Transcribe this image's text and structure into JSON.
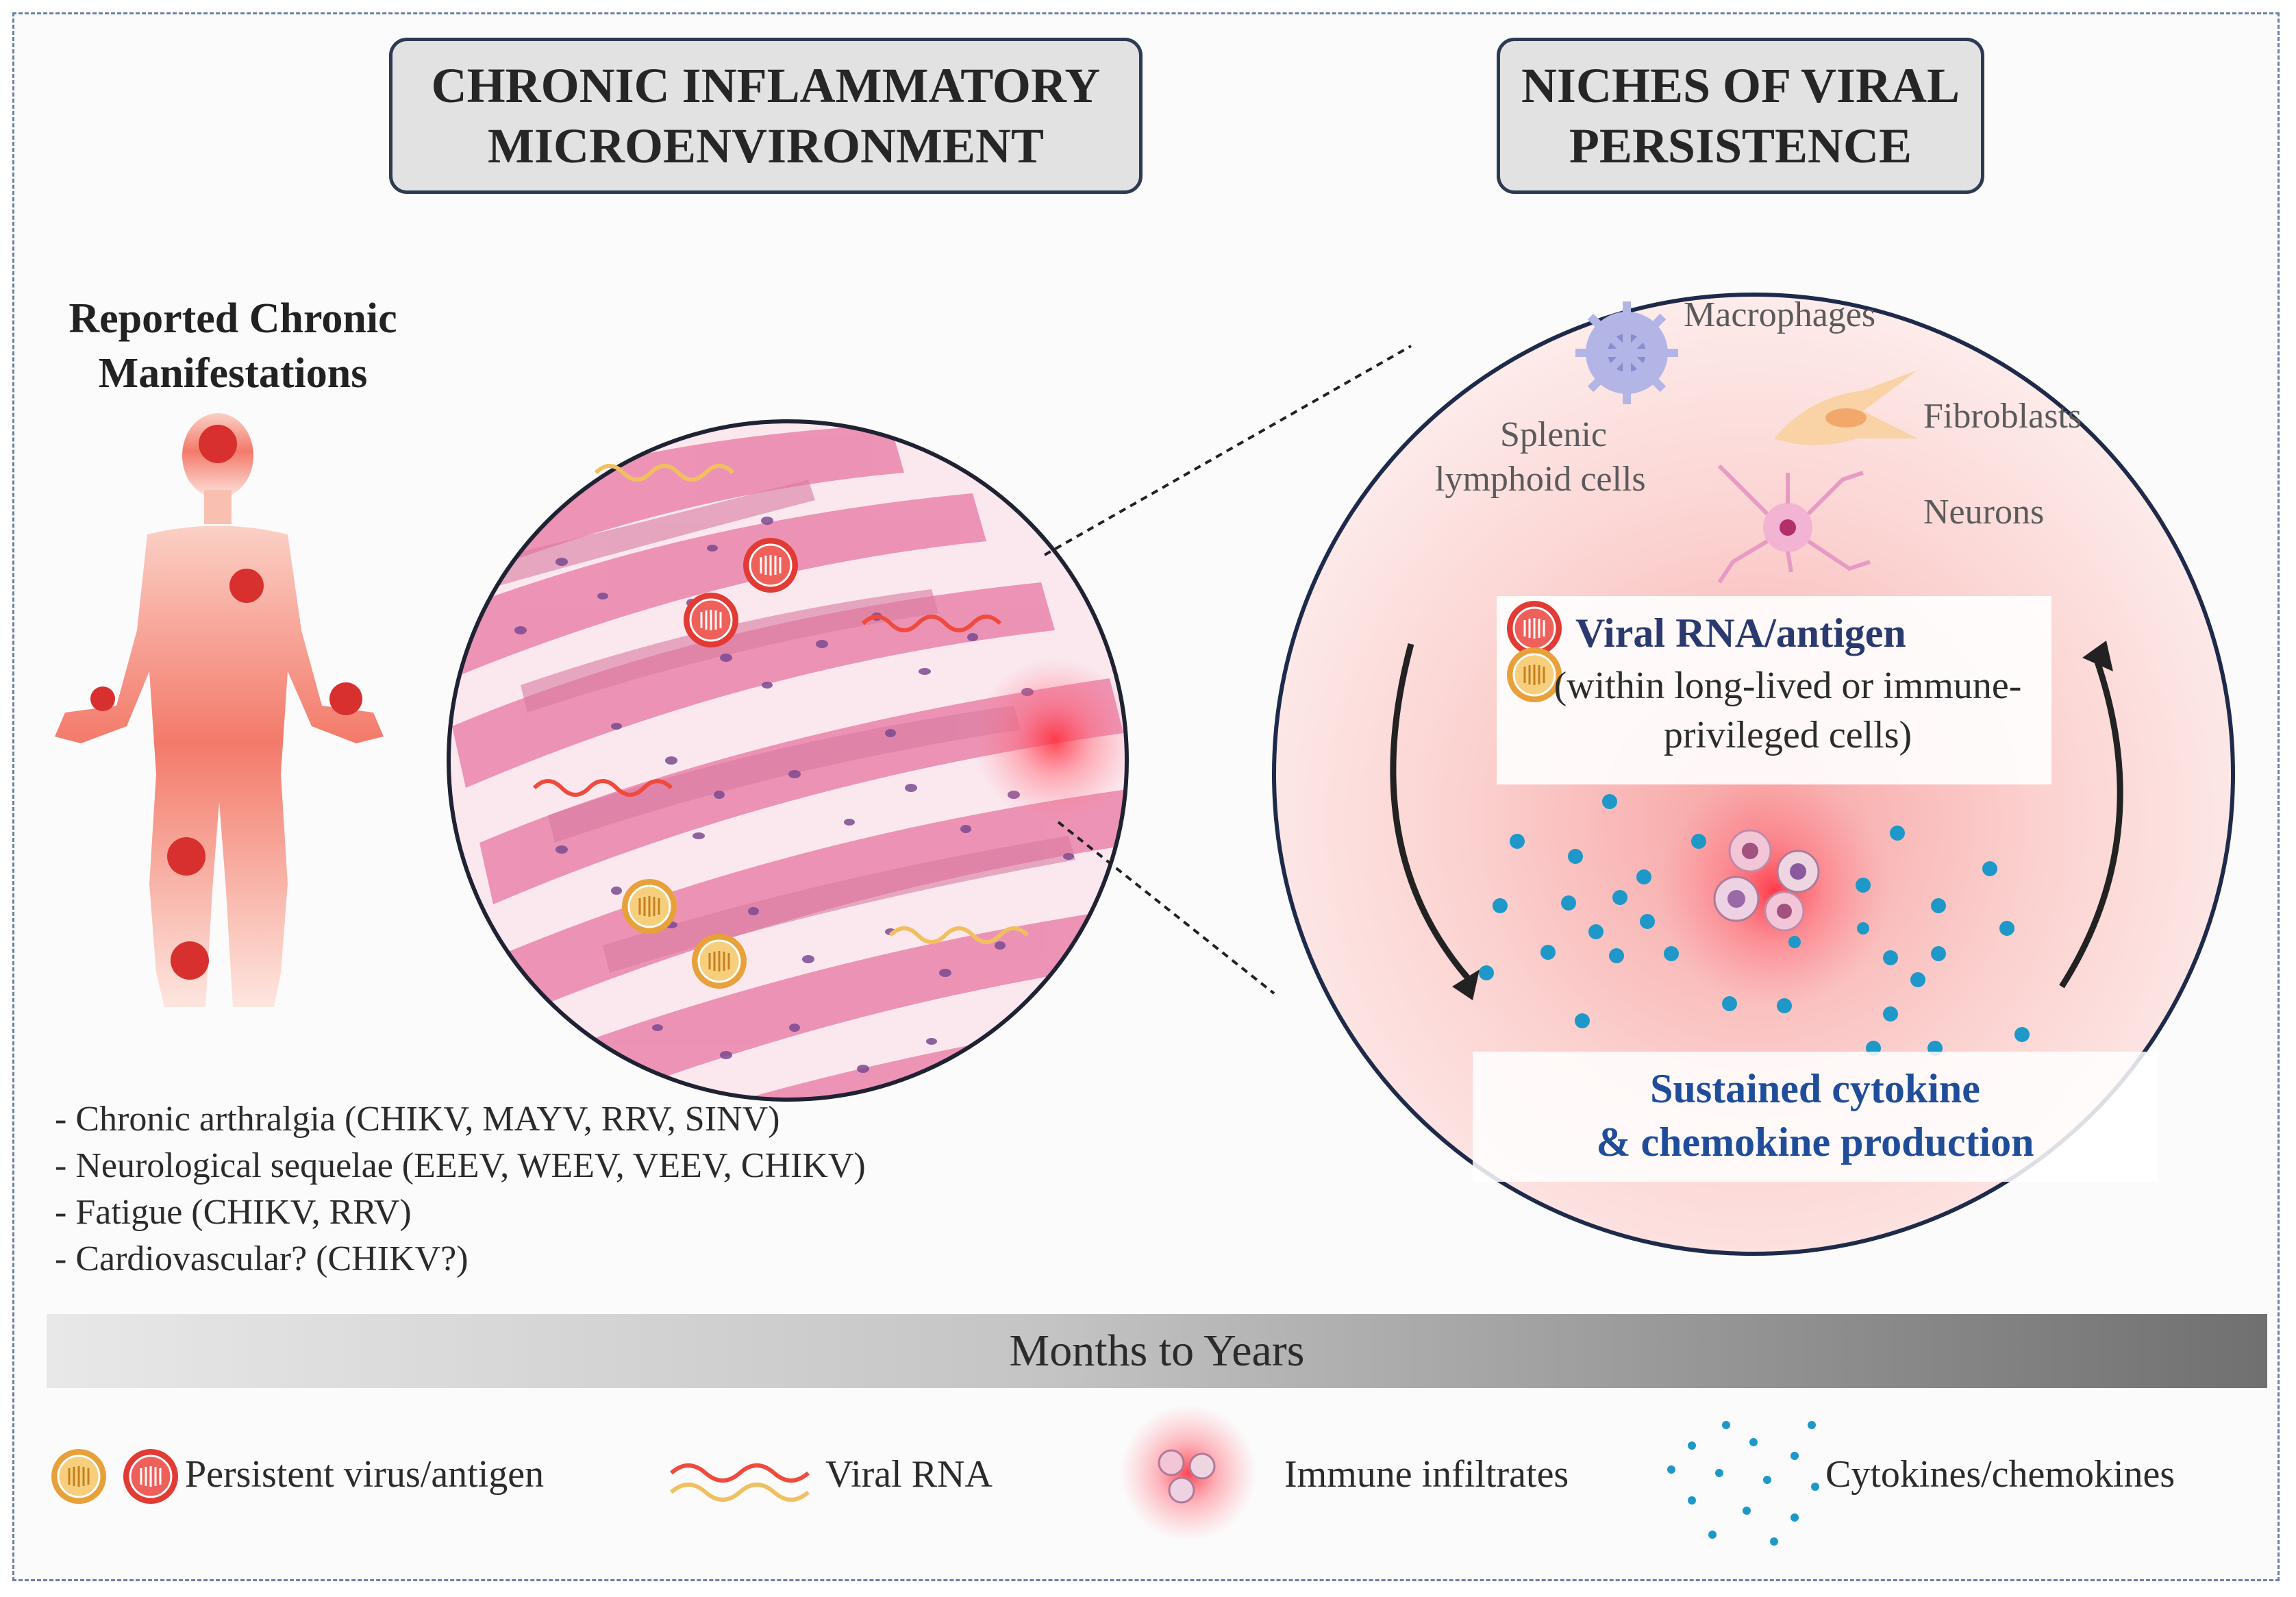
{
  "titles": {
    "left": "CHRONIC INFLAMMATORY\nMICROENVIRONMENT",
    "right": "NICHES OF VIRAL\nPERSISTENCE"
  },
  "manifestations": {
    "heading": "Reported Chronic\nManifestations",
    "items": [
      "- Chronic arthralgia (CHIKV, MAYV, RRV, SINV)",
      "- Neurological sequelae (EEEV, WEEV, VEEV, CHIKV)",
      "- Fatigue (CHIKV, RRV)",
      "- Cardiovascular? (CHIKV?)"
    ]
  },
  "niches": {
    "macrophages": "Macrophages",
    "fibroblasts": "Fibroblasts",
    "splenic_line1": "Splenic",
    "splenic_line2": "lymphoid cells",
    "neurons": "Neurons",
    "viral_title": "Viral RNA/antigen",
    "viral_sub": "(within long-lived or immune-privileged cells)",
    "cytokine_text": "Sustained cytokine\n& chemokine production"
  },
  "timeline": {
    "label": "Months to Years"
  },
  "legend": {
    "persistent": "Persistent virus/antigen",
    "viral_rna": "Viral RNA",
    "infiltrates": "Immune infiltrates",
    "cytokines": "Cytokines/chemokines"
  },
  "colors": {
    "virus_red": "#e8403a",
    "virus_yellow": "#f2b64a",
    "rna_red": "#ef4a3c",
    "rna_yellow": "#f0c060",
    "cytokine_blue": "#1e98c8",
    "tissue_pink": "#ea8fb0",
    "title_border": "#2e3a52"
  }
}
